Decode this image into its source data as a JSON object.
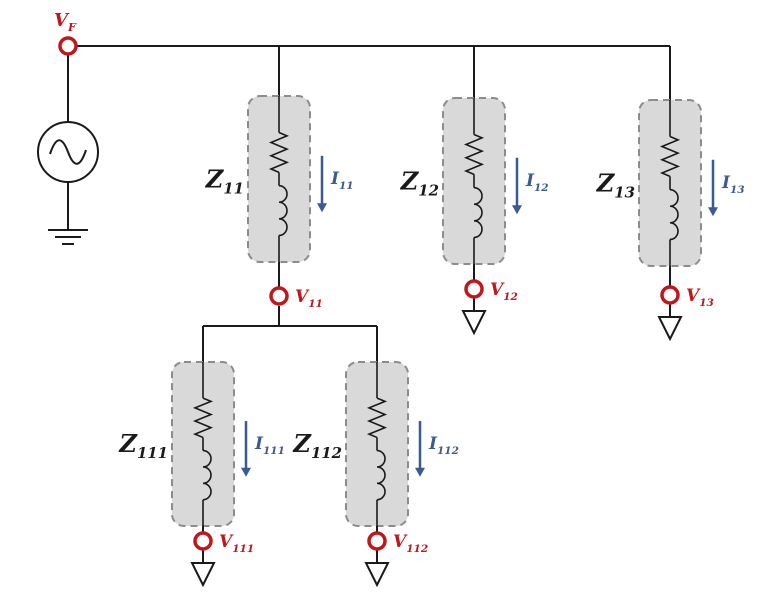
{
  "colors": {
    "wire": "#1a1a1a",
    "node": "#c0171d",
    "current_arrow": "#3a5a93",
    "box_fill": "#d9d9d9",
    "box_stroke": "#8c8c8c"
  },
  "source": {
    "label": "V",
    "sub": "F",
    "source_icon": "ac-source-icon",
    "ground_icon": "ground-icon"
  },
  "branches": [
    {
      "id": "11",
      "z": "Z",
      "z_sub": "11",
      "i": "I",
      "i_sub": "11",
      "v": "V",
      "v_sub": "11"
    },
    {
      "id": "12",
      "z": "Z",
      "z_sub": "12",
      "i": "I",
      "i_sub": "12",
      "v": "V",
      "v_sub": "12"
    },
    {
      "id": "13",
      "z": "Z",
      "z_sub": "13",
      "i": "I",
      "i_sub": "13",
      "v": "V",
      "v_sub": "13"
    },
    {
      "id": "111",
      "z": "Z",
      "z_sub": "111",
      "i": "I",
      "i_sub": "111",
      "v": "V",
      "v_sub": "111"
    },
    {
      "id": "112",
      "z": "Z",
      "z_sub": "112",
      "i": "I",
      "i_sub": "112",
      "v": "V",
      "v_sub": "112"
    }
  ]
}
